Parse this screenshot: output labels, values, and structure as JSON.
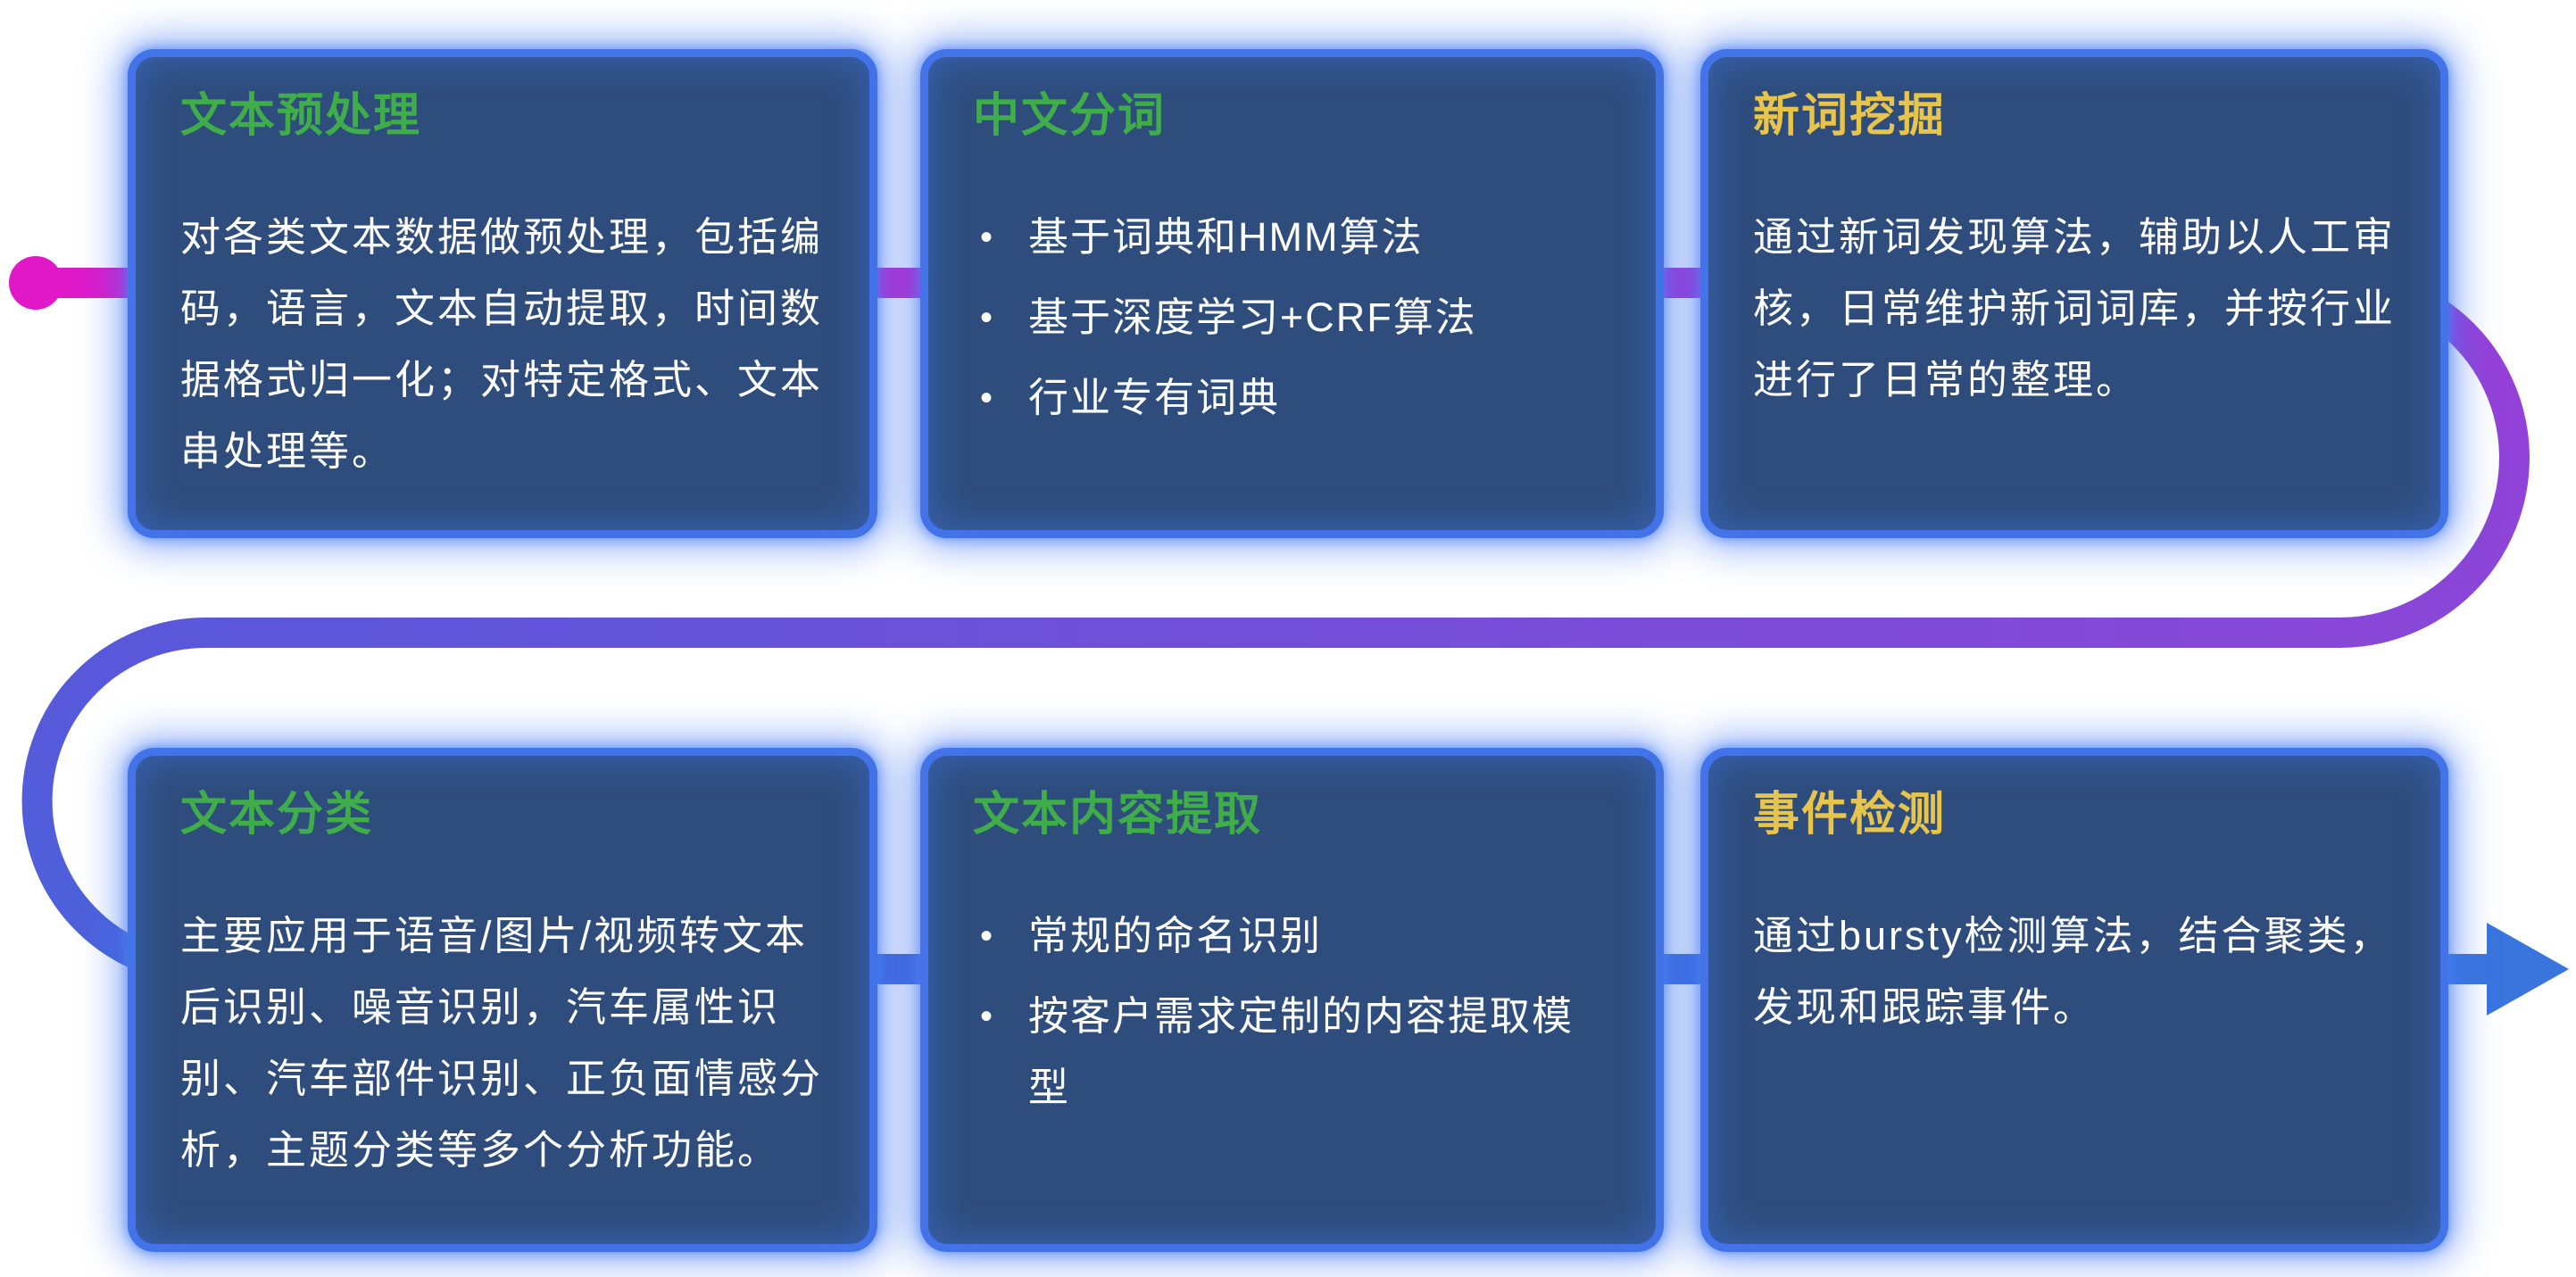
{
  "theme": {
    "card_bg": "#2e4d7d",
    "card_border": "#4273e8",
    "title_green": "#3fae4a",
    "title_yellow": "#e7c44c",
    "body_color": "#ffffff"
  },
  "connector": {
    "dot_color": "#e018c8",
    "row1_start": "#e018c8",
    "row1_end": "#9a3ed8",
    "arc_right_start": "#9a3ed8",
    "arc_right_end": "#8847d7",
    "mid_start": "#8847d7",
    "mid_end": "#5b57da",
    "arc_left_start": "#5b57da",
    "arc_left_end": "#4a62d9",
    "row2_start": "#4a62d9",
    "row2_end": "#3a75de",
    "arrow_color": "#3a75de"
  },
  "cards": [
    {
      "title": "文本预处理",
      "accent": "green",
      "body": "对各类文本数据做预处理，包括编码，语言，文本自动提取，时间数据格式归一化；对特定格式、文本串处理等。",
      "bullets": []
    },
    {
      "title": "中文分词",
      "accent": "green",
      "body": "",
      "bullets": [
        "基于词典和HMM算法",
        "基于深度学习+CRF算法",
        "行业专有词典"
      ]
    },
    {
      "title": "新词挖掘",
      "accent": "yellow",
      "body": "通过新词发现算法，辅助以人工审核，日常维护新词词库，并按行业进行了日常的整理。",
      "bullets": []
    },
    {
      "title": "文本分类",
      "accent": "green",
      "body": "主要应用于语音/图片/视频转文本后识别、噪音识别，汽车属性识别、汽车部件识别、正负面情感分析，主题分类等多个分析功能。",
      "bullets": []
    },
    {
      "title": "文本内容提取",
      "accent": "green",
      "body": "",
      "bullets": [
        "常规的命名识别",
        "按客户需求定制的内容提取模型"
      ]
    },
    {
      "title": "事件检测",
      "accent": "yellow",
      "body": "通过bursty检测算法，结合聚类，发现和跟踪事件。",
      "bullets": []
    }
  ]
}
